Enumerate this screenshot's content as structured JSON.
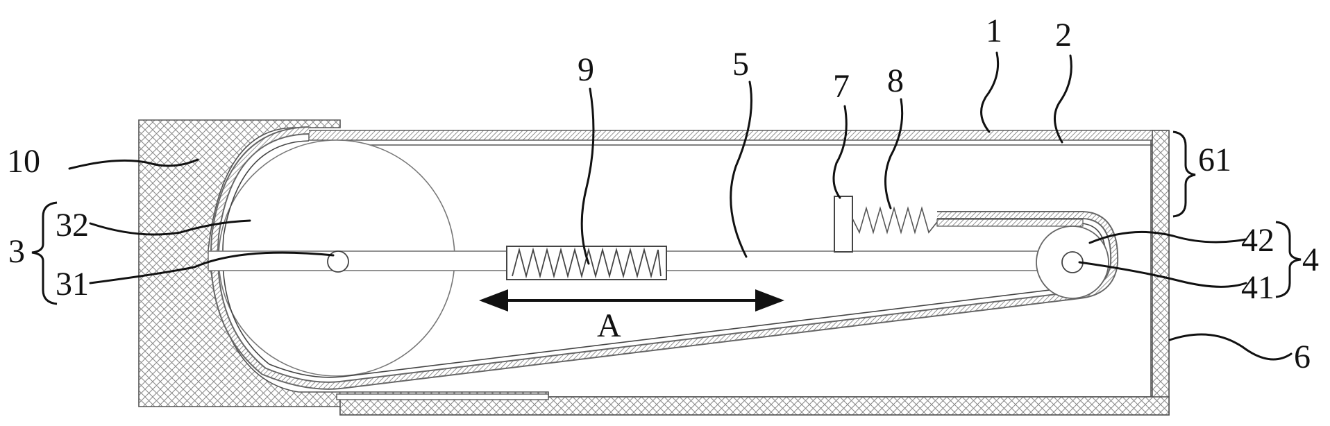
{
  "diagram": {
    "labels": {
      "l1": "1",
      "l2": "2",
      "l3": "3",
      "l31": "31",
      "l32": "32",
      "l4": "4",
      "l41": "41",
      "l42": "42",
      "l5": "5",
      "l6": "6",
      "l61": "61",
      "l7": "7",
      "l8": "8",
      "l9": "9",
      "l10": "10",
      "lA": "A"
    },
    "colors": {
      "line": "#111111",
      "hatch": "#777777",
      "frame": "#555555"
    }
  }
}
